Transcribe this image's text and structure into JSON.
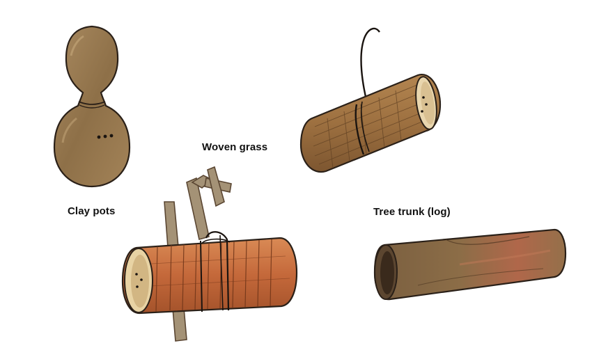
{
  "labels": {
    "clay_pots": "Clay pots",
    "woven_grass": "Woven grass",
    "tree_trunk": "Tree trunk (log)"
  },
  "colors": {
    "clay": "#9a7a52",
    "woven_grass": "#a3743f",
    "woven_orange": "#c96f3a",
    "log": "#8b6a45",
    "outline": "#2a2018"
  }
}
